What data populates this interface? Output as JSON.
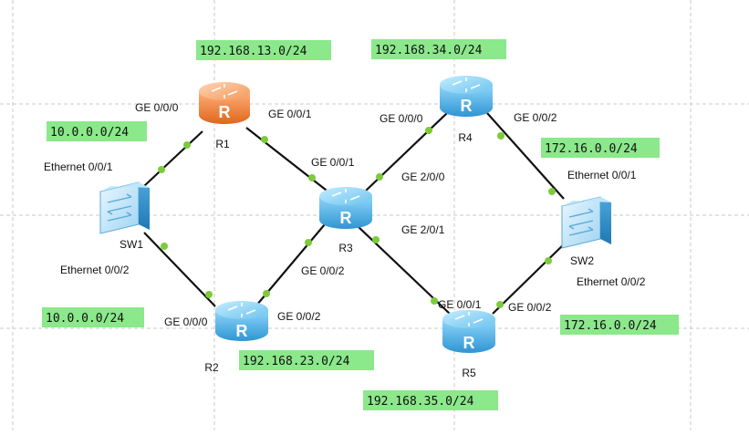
{
  "colors": {
    "router_blue": "#59b7e8",
    "router_orange": "#f0883a",
    "subnet_label_bg": "#8be88b",
    "link": "#111111",
    "port_dot": "#7ccc3a",
    "grid": "#c8c8c8"
  },
  "devices": {
    "r1": "R1",
    "r2": "R2",
    "r3": "R3",
    "r4": "R4",
    "r5": "R5",
    "sw1": "SW1",
    "sw2": "SW2"
  },
  "ports": {
    "r1_left": "GE 0/0/0",
    "r1_right": "GE 0/0/1",
    "sw1_top": "Ethernet 0/0/1",
    "sw1_bottom": "Ethernet 0/0/2",
    "r2_left": "GE 0/0/0",
    "r2_right": "GE 0/0/2",
    "r3_top_left": "GE 0/0/1",
    "r3_bottom_left": "GE 0/0/2",
    "r3_top_right": "GE 2/0/0",
    "r3_bottom_right": "GE 2/0/1",
    "r4_left": "GE 0/0/0",
    "r4_right": "GE 0/0/2",
    "sw2_top": "Ethernet 0/0/1",
    "sw2_bottom": "Ethernet 0/0/2",
    "r5_left": "GE 0/0/1",
    "r5_right": "GE 0/0/2"
  },
  "subnets": {
    "r1_r3": "192.168.13.0/24",
    "r3_r4": "192.168.34.0/24",
    "sw1_r1": "10.0.0.0/24",
    "sw1_r2": "10.0.0.0/24",
    "r2_r3": "192.168.23.0/24",
    "r4_sw2": "172.16.0.0/24",
    "r5_sw2": "172.16.0.0/24",
    "r3_r5": "192.168.35.0/24"
  }
}
